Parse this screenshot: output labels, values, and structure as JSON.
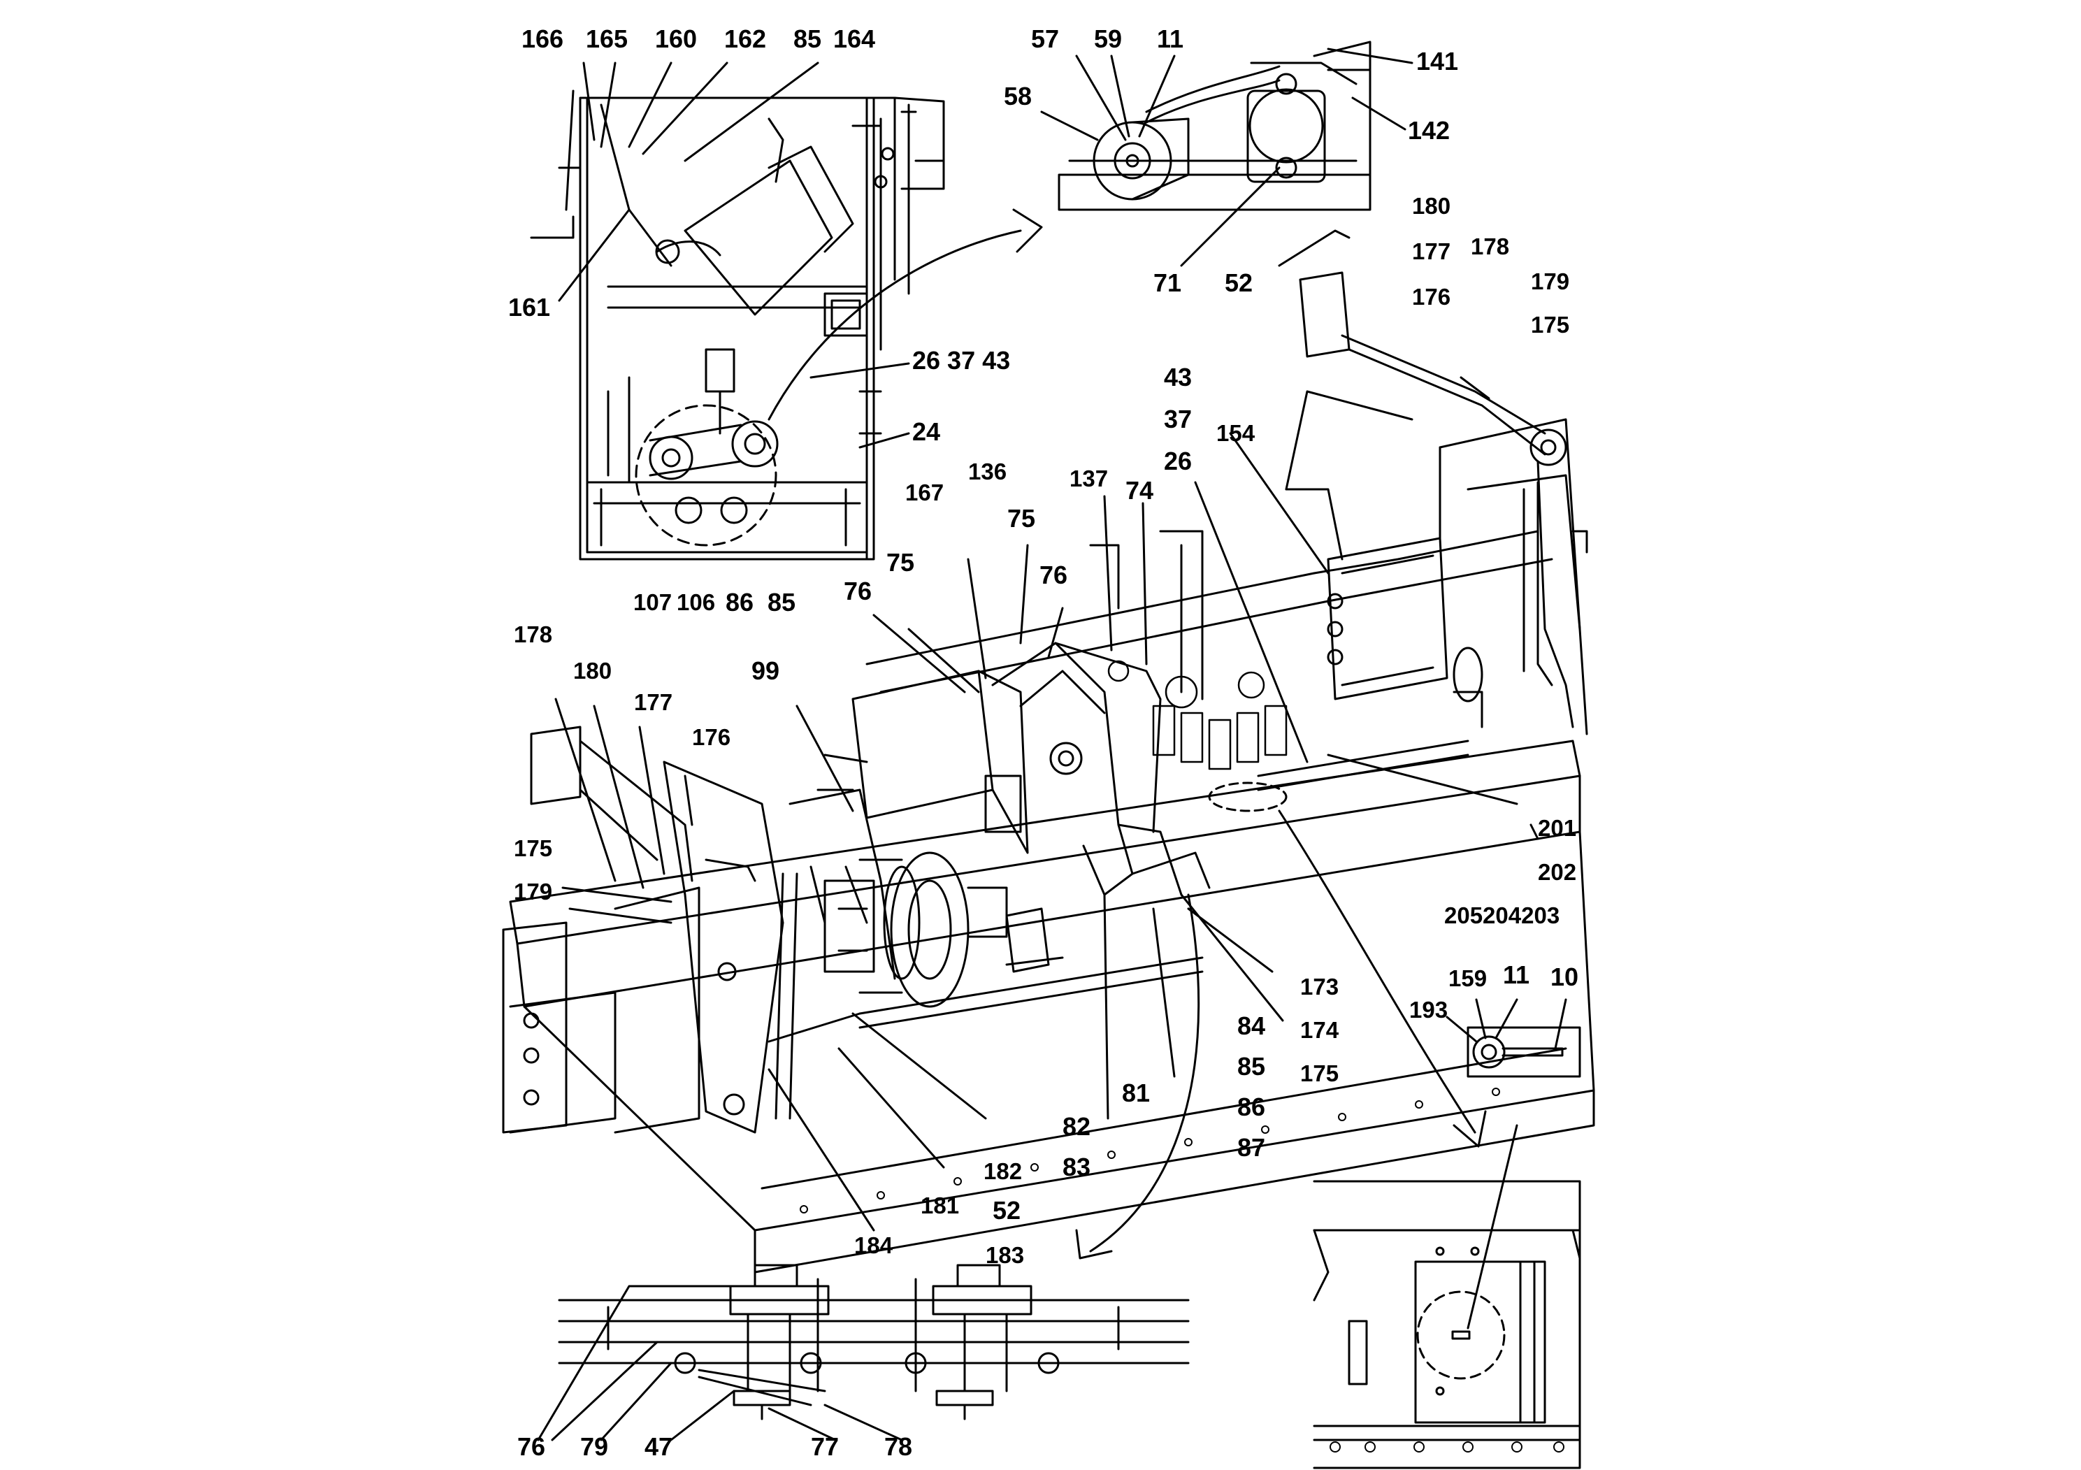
{
  "labels": {
    "l166": "166",
    "l165": "165",
    "l160": "160",
    "l162": "162",
    "l85a": "85",
    "l164": "164",
    "l161": "161",
    "l26_37_43": "26 37 43",
    "l24": "24",
    "l57": "57",
    "l59": "59",
    "l11a": "11",
    "l58": "58",
    "l141": "141",
    "l142": "142",
    "l71": "71",
    "l52a": "52",
    "l180a": "180",
    "l177a": "177",
    "l178a": "178",
    "l176a": "176",
    "l179a": "179",
    "l175a": "175",
    "l43": "43",
    "l37": "37",
    "l26": "26",
    "l154": "154",
    "l137": "137",
    "l74": "74",
    "l136": "136",
    "l167": "167",
    "l75a": "75",
    "l75b": "75",
    "l76a": "76",
    "l76b": "76",
    "l107": "107",
    "l106": "106",
    "l86a": "86",
    "l85b": "85",
    "l99": "99",
    "l178b": "178",
    "l180b": "180",
    "l177b": "177",
    "l176b": "176",
    "l175b": "175",
    "l179b": "179",
    "l201": "201",
    "l202": "202",
    "l205_204_203": "205204203",
    "l159": "159",
    "l11b": "11",
    "l10": "10",
    "l193": "193",
    "l173": "173",
    "l174": "174",
    "l175c": "175",
    "l84": "84",
    "l85c": "85",
    "l86b": "86",
    "l87": "87",
    "l81": "81",
    "l82": "82",
    "l83": "83",
    "l182": "182",
    "l181": "181",
    "l52b": "52",
    "l183": "183",
    "l184": "184",
    "l76c": "76",
    "l79": "79",
    "l47": "47",
    "l77": "77",
    "l78": "78"
  }
}
